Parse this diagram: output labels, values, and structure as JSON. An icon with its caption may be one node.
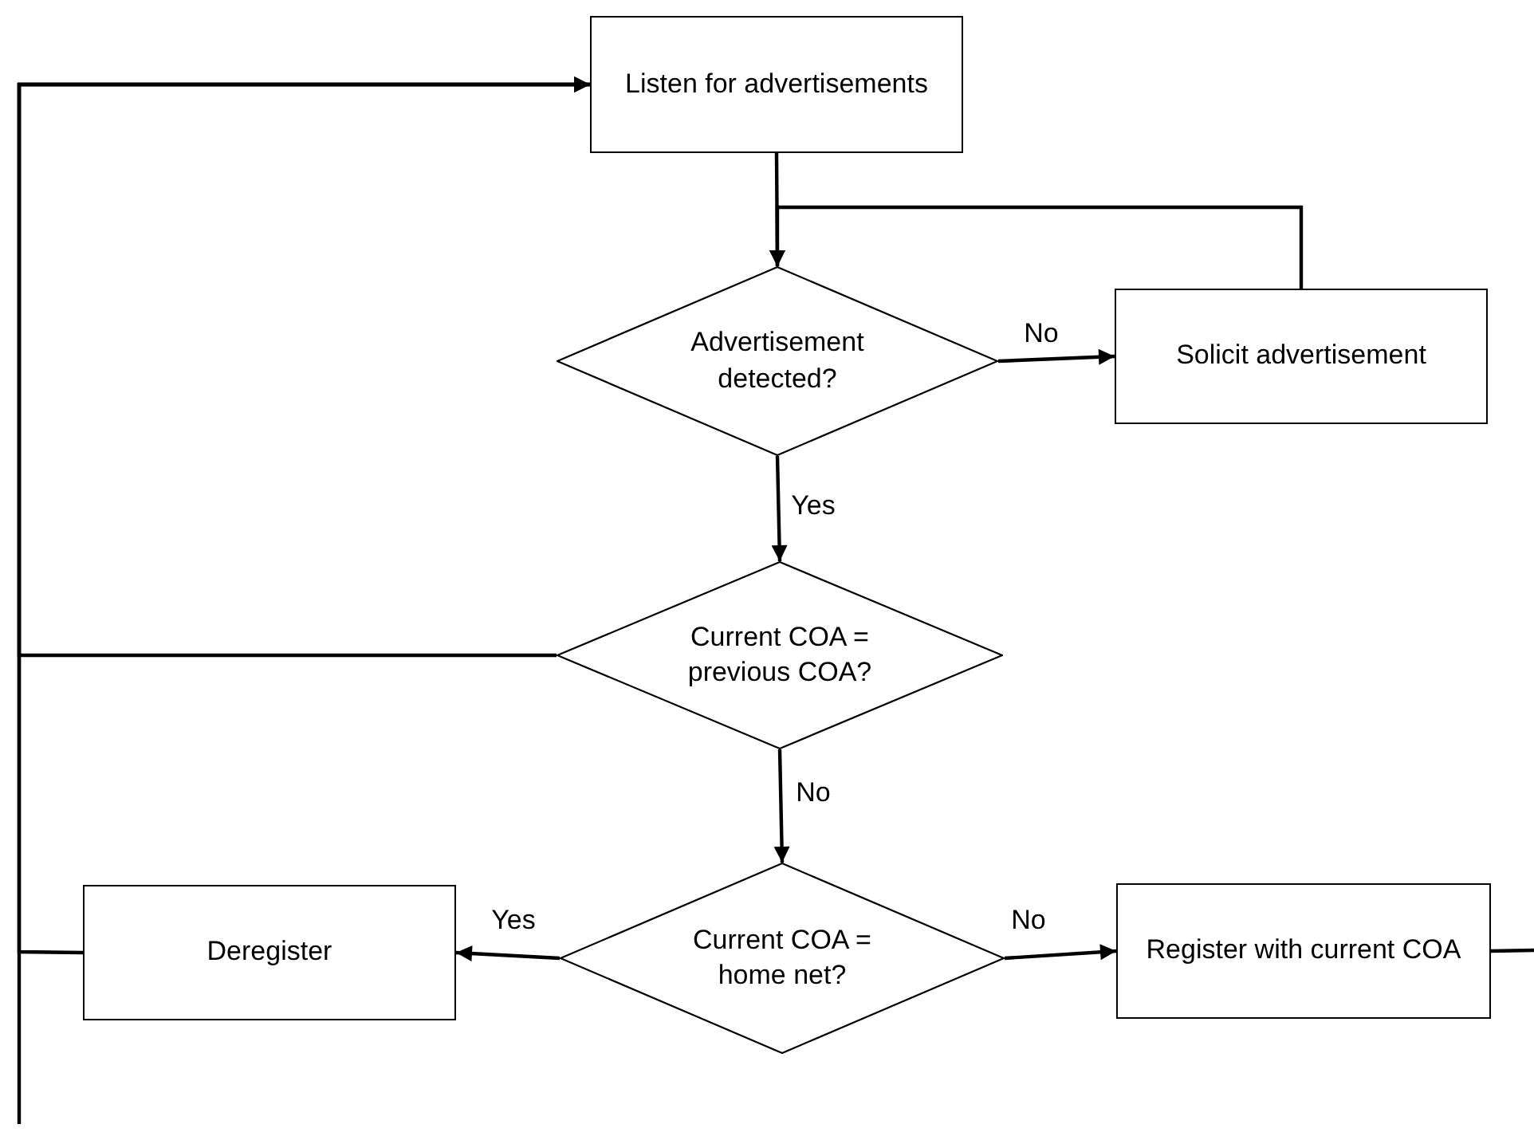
{
  "diagram": {
    "nodes": [
      {
        "text": [
          "Listen for advertisements"
        ]
      },
      {
        "text": [
          "Advertisement detected?"
        ]
      },
      {
        "text": [
          "Solicit advertisement"
        ]
      },
      {
        "text": [
          "Current COA = previous COA?"
        ]
      },
      {
        "text": [
          "Current COA = home net?"
        ]
      },
      {
        "text": [
          "Deregister"
        ]
      },
      {
        "text": [
          "Register with current COA"
        ]
      }
    ],
    "edges": [
      {
        "from": 0,
        "to": 1,
        "arrow": "to"
      },
      {
        "from": 1,
        "to": 2,
        "arrow": "to",
        "label": "No"
      },
      {
        "from": 2,
        "to": 1,
        "arrow": "to"
      },
      {
        "from": 1,
        "to": 3,
        "arrow": "to",
        "label": "Yes"
      },
      {
        "from": 3,
        "to": 0,
        "arrow": "to"
      },
      {
        "from": 3,
        "to": 4,
        "arrow": "to",
        "label": "No"
      },
      {
        "from": 4,
        "to": 5,
        "arrow": "to",
        "label": "Yes"
      },
      {
        "from": 4,
        "to": 6,
        "arrow": "to",
        "label": "No"
      },
      {
        "from": 5,
        "to": 0,
        "arrow": "to"
      },
      {
        "from": null,
        "to": 0,
        "arrow": "to"
      },
      {
        "from": 6,
        "to": null,
        "arrow": "none"
      }
    ]
  }
}
